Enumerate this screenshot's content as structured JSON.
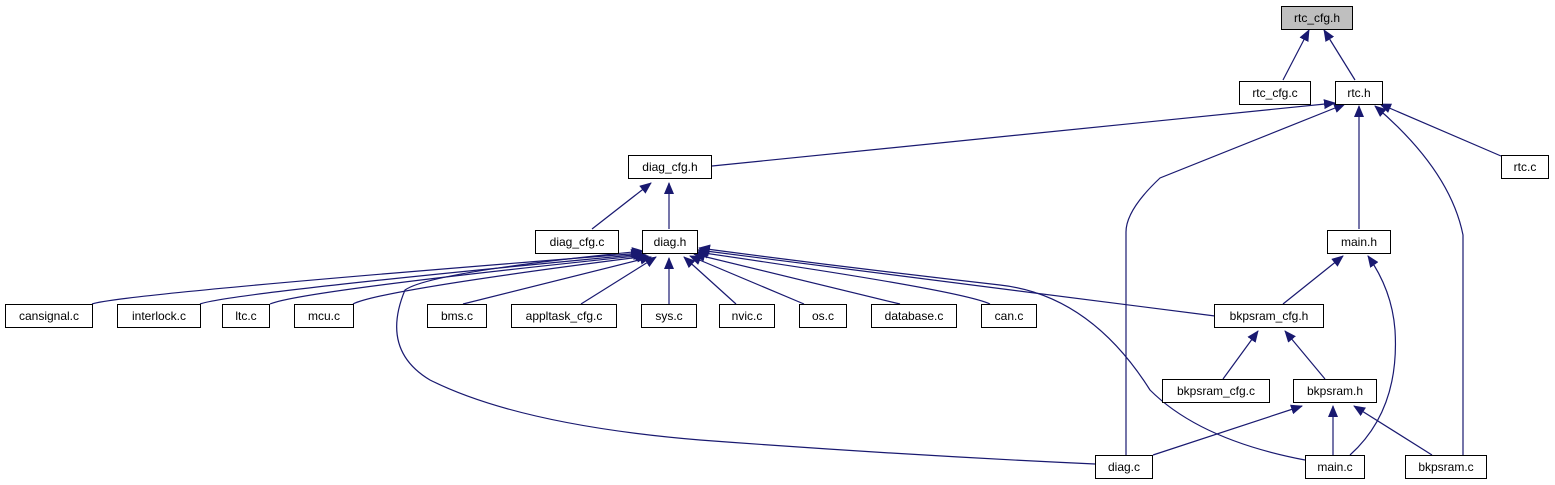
{
  "colors": {
    "edge": "#191970",
    "node_border": "#000000",
    "root_fill": "#bfbfbf",
    "node_fill": "#ffffff"
  },
  "nodes": {
    "rtc_cfg_h": "rtc_cfg.h",
    "rtc_cfg_c": "rtc_cfg.c",
    "rtc_h": "rtc.h",
    "rtc_c": "rtc.c",
    "diag_cfg_h": "diag_cfg.h",
    "diag_cfg_c": "diag_cfg.c",
    "diag_h": "diag.h",
    "main_h": "main.h",
    "cansignal_c": "cansignal.c",
    "interlock_c": "interlock.c",
    "ltc_c": "ltc.c",
    "mcu_c": "mcu.c",
    "bms_c": "bms.c",
    "appltask_cfg_c": "appltask_cfg.c",
    "sys_c": "sys.c",
    "nvic_c": "nvic.c",
    "os_c": "os.c",
    "database_c": "database.c",
    "can_c": "can.c",
    "bkpsram_cfg_h": "bkpsram_cfg.h",
    "bkpsram_cfg_c": "bkpsram_cfg.c",
    "bkpsram_h": "bkpsram.h",
    "diag_c": "diag.c",
    "main_c": "main.c",
    "bkpsram_c": "bkpsram.c"
  }
}
